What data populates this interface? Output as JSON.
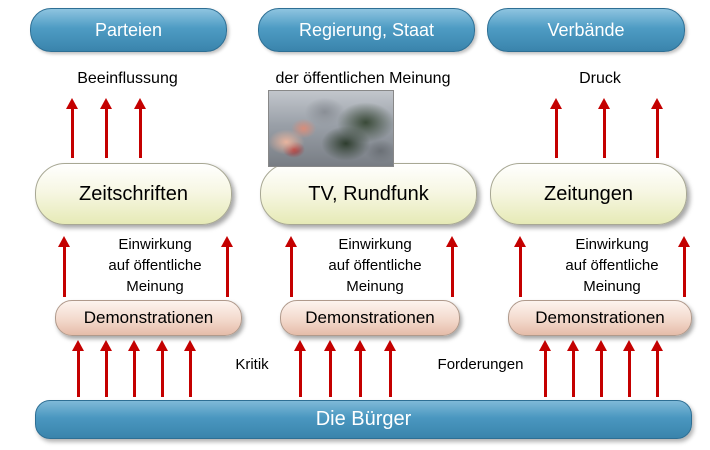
{
  "targets": {
    "items": [
      {
        "label": "Parteien"
      },
      {
        "label": "Regierung, Staat"
      },
      {
        "label": "Verbände"
      }
    ]
  },
  "influence_labels": {
    "left": "Beeinflussung",
    "center": "der öffentlichen Meinung",
    "right": "Druck"
  },
  "media": {
    "items": [
      {
        "label": "Zeitschriften"
      },
      {
        "label": "TV, Rundfunk"
      },
      {
        "label": "Zeitungen"
      }
    ]
  },
  "einwirkung": {
    "text": "Einwirkung\nauf öffentliche\nMeinung"
  },
  "demonstrations": {
    "label": "Demonstrationen"
  },
  "bottom_labels": {
    "kritik": "Kritik",
    "forderungen": "Forderungen"
  },
  "citizens": {
    "label": "Die Bürger"
  },
  "icons": {
    "arrow": "up-arrow-icon",
    "photo": "protest-crowd-photo"
  },
  "colors": {
    "arrow_red": "#c40000",
    "pill_blue": "#4e9cc4",
    "pill_cream": "#e6eab6",
    "pill_pink": "#e5bca9",
    "text": "#000000",
    "pill_text_on_blue": "#ffffff"
  }
}
